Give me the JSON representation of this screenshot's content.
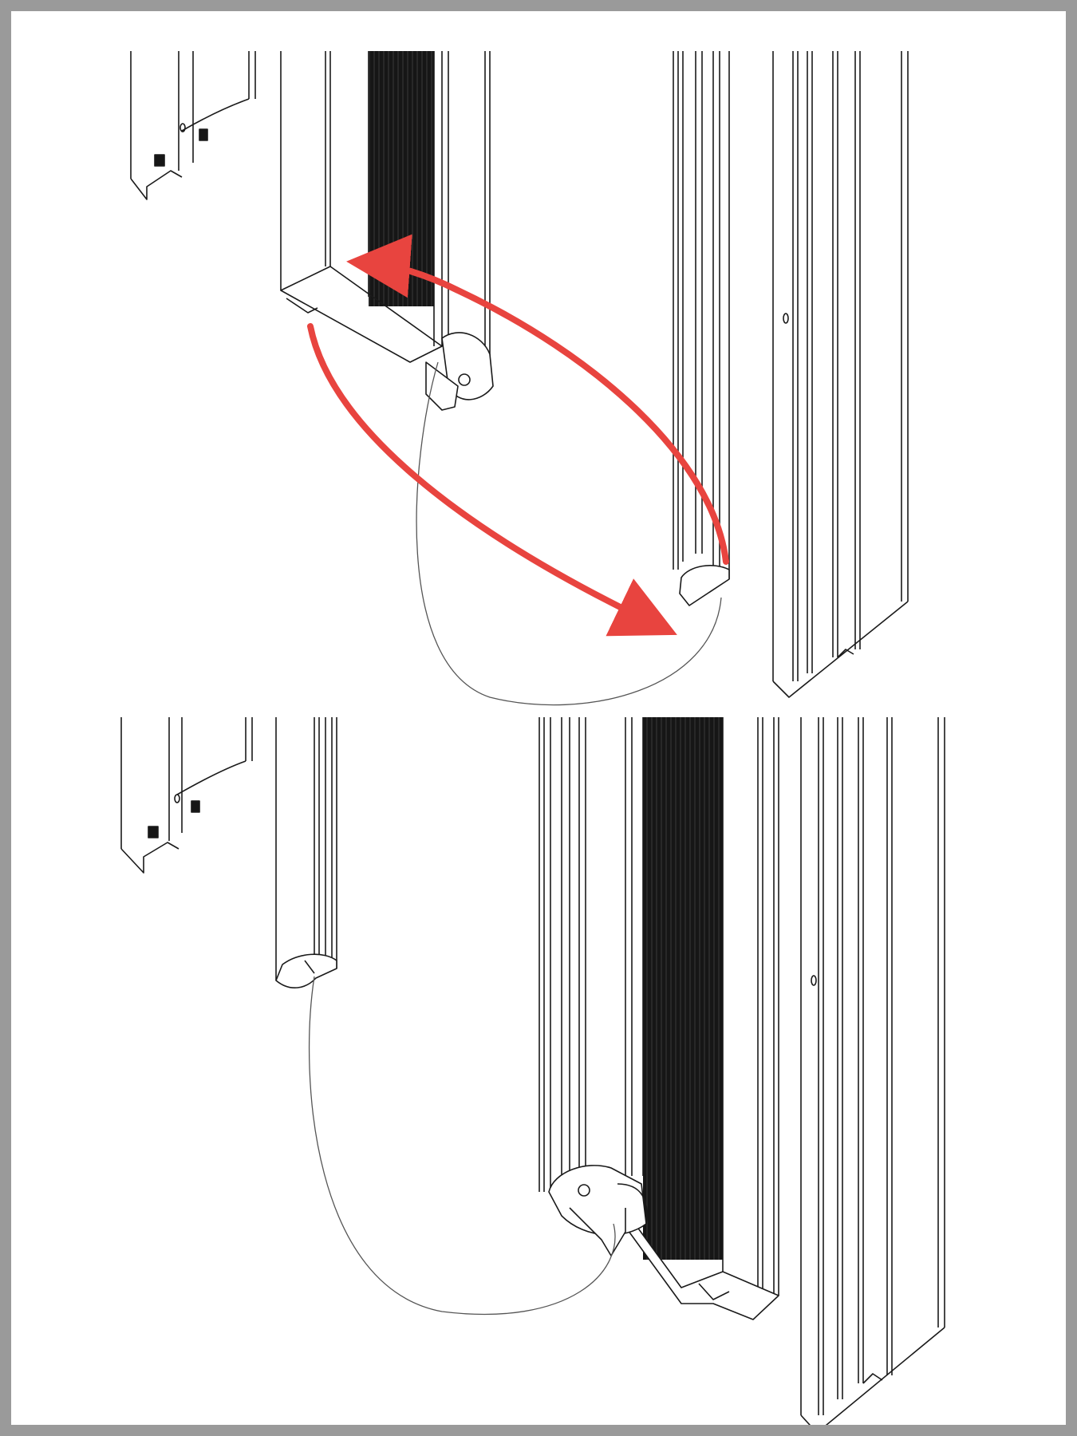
{
  "figure": {
    "frame_color": "#9a9a9a",
    "paper_color": "#ffffff",
    "line_color": "#1a1a1a",
    "screen_color": "#161616",
    "arrow_color": "#e8443f",
    "cord_color": "#555555"
  },
  "panels": [
    {
      "id": "top",
      "step": "swap",
      "arrows": 2
    },
    {
      "id": "bottom",
      "step": "result",
      "arrows": 0
    }
  ]
}
